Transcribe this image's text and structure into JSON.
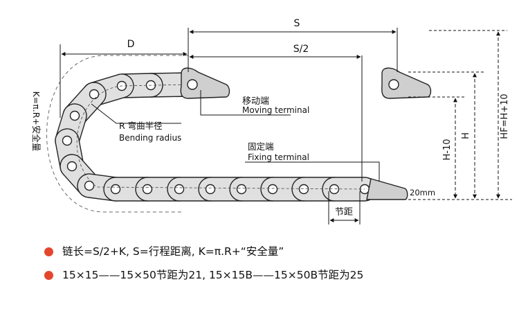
{
  "dimensions": {
    "d_label": "D",
    "s_label": "S",
    "s_half_label": "S/2",
    "h_label": "H",
    "h10_label": "H-10",
    "hf_label": "HF=H+10",
    "pitch_label": "节距",
    "offset_label": "20mm"
  },
  "callouts": {
    "moving_cn": "移动端",
    "moving_en": "Moving terminal",
    "radius_cn": "R 弯曲半径",
    "radius_en": "Bending radius",
    "fixing_cn": "固定端",
    "fixing_en": "Fixing terminal",
    "safety": "K=π.R+安全量"
  },
  "notes": [
    "链长=S/2+K, S=行程距离, K=π.R+“安全量”",
    "15×15——15×50节距为21, 15×15B——15×50B节距为25"
  ],
  "colors": {
    "bullet": "#e4472d",
    "link_fill": "#e0e0e0",
    "terminal_fill": "#cfcfcf"
  }
}
